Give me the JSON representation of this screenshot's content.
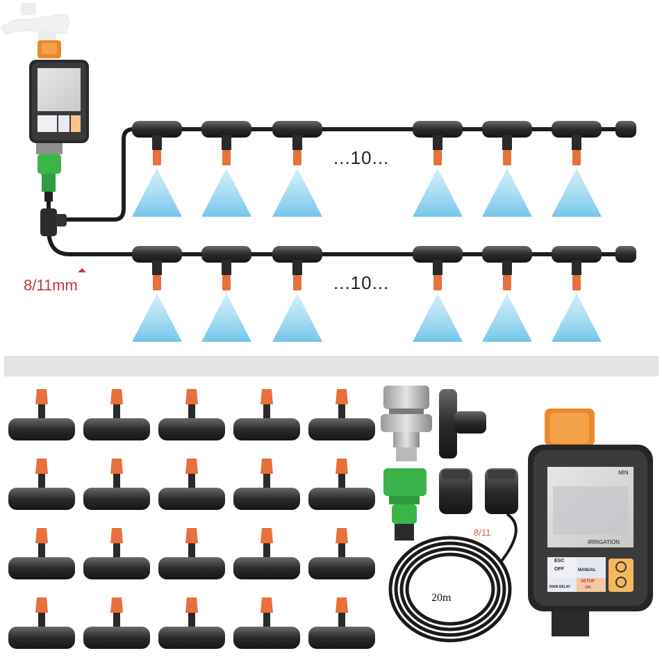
{
  "annotations": {
    "count_row1": "...10...",
    "count_row2": "...10...",
    "tube_size": "8/11mm",
    "hose_size_badge": "8/11",
    "hose_length": "20m"
  },
  "timer_panel": {
    "min_label": "MIN",
    "mode_label": "IRRIGATION",
    "esc_label": "ESC",
    "off_label": "OFF",
    "manual_label": "MANUAL",
    "rain_delay_label": "RAIN DELAY",
    "setup_label": "SETUP",
    "ok_label": "OK"
  },
  "colors": {
    "spray": "#8fd0ee",
    "nozzle": "#e8703a",
    "timer_cap": "#e98a2a",
    "connector_green": "#39b34a",
    "tube": "#1d1d1d",
    "size_label": "#c0393b"
  },
  "kit_contents": {
    "tee_nozzles_grid": {
      "rows": 4,
      "cols": 5
    }
  }
}
